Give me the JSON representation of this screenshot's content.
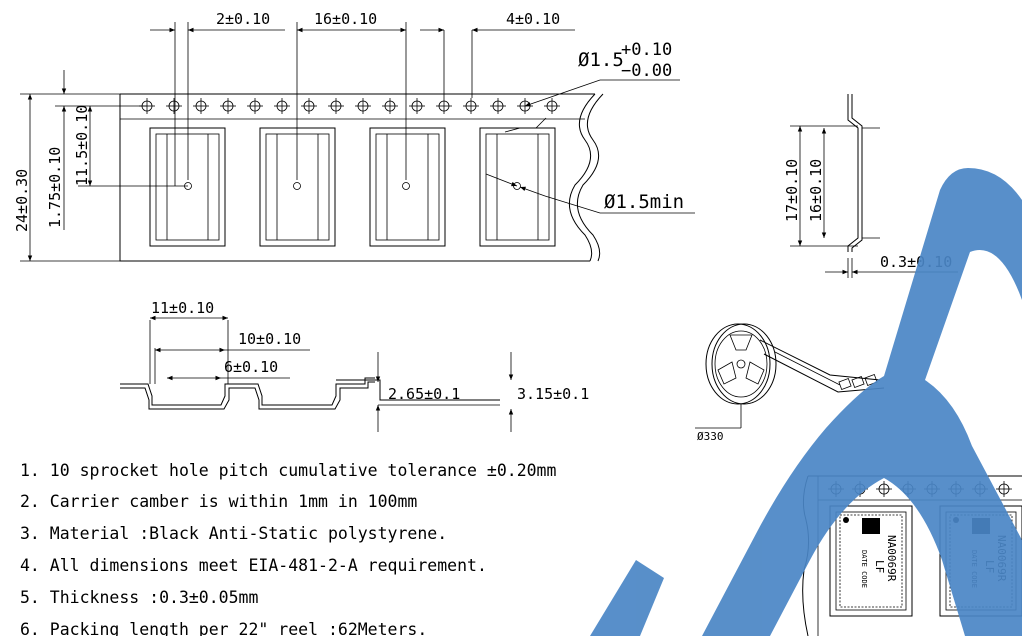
{
  "dimensions": {
    "hole_dia": "Ø1.5",
    "hole_dia_tol_plus": "+0.10",
    "hole_dia_tol_minus": "−0.00",
    "gap_2": "2±0.10",
    "pitch_16": "16±0.10",
    "pitch_4": "4±0.10",
    "width_24": "24±0.30",
    "edge_175": "1.75±0.10",
    "center_115": "11.5±0.10",
    "center_hole": "Ø1.5min",
    "pocket_17": "17±0.10",
    "pocket_16": "16±0.10",
    "thickness": "0.3±0.10",
    "profile_11": "11±0.10",
    "profile_10": "10±0.10",
    "profile_6": "6±0.10",
    "depth_265": "2.65±0.1",
    "depth_315": "3.15±0.1",
    "reel_dia": "Ø330"
  },
  "notes": [
    "1. 10 sprocket hole pitch cumulative tolerance ±0.20mm",
    "2. Carrier camber is within 1mm in 100mm",
    "3. Material :Black Anti-Static polystyrene.",
    "4. All dimensions meet EIA-481-2-A requirement.",
    "5. Thickness :0.3±0.05mm",
    "6. Packing length per 22\" reel :62Meters."
  ],
  "chip": {
    "part": "NA0069R",
    "suffix": "LF",
    "date_code": "DATE CODE"
  },
  "watermark_color": "#4a86c5"
}
